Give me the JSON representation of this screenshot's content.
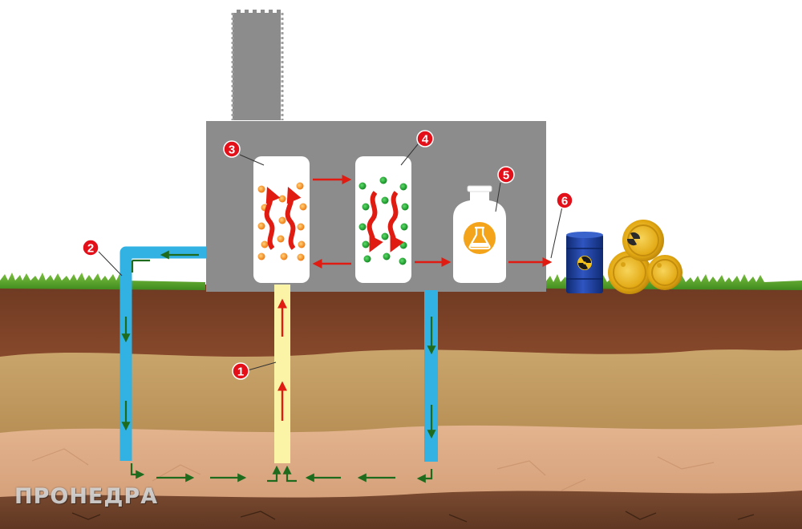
{
  "markers": [
    {
      "id": "1",
      "label": "1"
    },
    {
      "id": "2",
      "label": "2"
    },
    {
      "id": "3",
      "label": "3"
    },
    {
      "id": "4",
      "label": "4"
    },
    {
      "id": "5",
      "label": "5"
    },
    {
      "id": "6",
      "label": "6"
    }
  ],
  "watermark": "ПРОНЕДРА",
  "icons": {
    "flask": "flask-icon",
    "radiation": "radiation-icon"
  },
  "colors": {
    "building": "#8c8c8c",
    "injection_well": "#32b1e3",
    "production_well": "#fbf3a6",
    "solution_flow": "#e01b12",
    "groundwater_flow": "#1e6b1e",
    "marker": "#e3101a",
    "barrel_blue": "#1f3f9a",
    "barrel_yellow": "#e8b117"
  }
}
